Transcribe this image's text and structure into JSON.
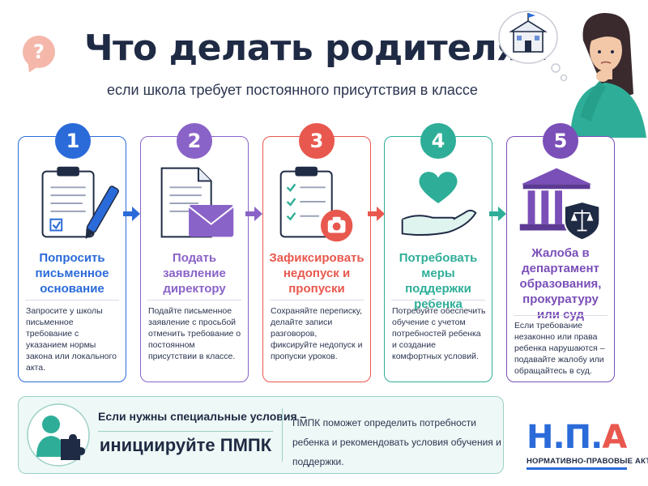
{
  "header": {
    "badge_symbol": "?",
    "title": "Что делать родителям",
    "subtitle": "если школа требует постоянного присутствия в классе"
  },
  "colors": {
    "step1": "#2b6bd9",
    "step2": "#8a63c8",
    "step3": "#e8584e",
    "step4": "#2eae98",
    "step5": "#7a4fb8",
    "navy": "#1f2a44"
  },
  "steps": [
    {
      "number": "1",
      "icon": "clipboard-pen-icon",
      "title": "Попросить письменное основание",
      "text": "Запросите у школы письменное требование с указанием нормы закона или локального акта."
    },
    {
      "number": "2",
      "icon": "document-envelope-icon",
      "title": "Подать заявление директору",
      "text": "Подайте письменное заявление с просьбой отменить требование о постоянном присутствии в классе."
    },
    {
      "number": "3",
      "icon": "checklist-camera-icon",
      "title": "Зафиксировать недопуск и пропуски",
      "text": "Сохраняйте переписку, делайте записи разговоров, фиксируйте недопуск и пропуски уроков."
    },
    {
      "number": "4",
      "icon": "heart-hand-icon",
      "title": "Потребовать меры поддержки ребенка",
      "text": "Потребуйте обеспечить обучение с учетом потребностей ребенка и создание комфортных условий."
    },
    {
      "number": "5",
      "icon": "courthouse-shield-icon",
      "title": "Жалоба в департамент образования, прокуратуру или суд",
      "text": "Если требование незаконно или права ребенка нарушаются – подавайте жалобу или обращайтесь в суд."
    }
  ],
  "bottom": {
    "line1": "Если нужны специальные условия –",
    "line2": "инициируйте ПМПК",
    "description": "ПМПК поможет определить потребности ребенка и рекомендовать условия обучения и поддержки.",
    "icon": "person-puzzle-icon"
  },
  "logo": {
    "letter1": "Н.",
    "letter2": "П.",
    "letter3": "А",
    "caption": "НОРМАТИВНО-ПРАВОВЫЕ АКТЫ",
    "color1": "#2b6bd9",
    "color2": "#2b6bd9",
    "color3": "#e8584e"
  },
  "hero": {
    "icon": "thinking-woman-icon",
    "bubble_icon": "school-building-icon"
  }
}
